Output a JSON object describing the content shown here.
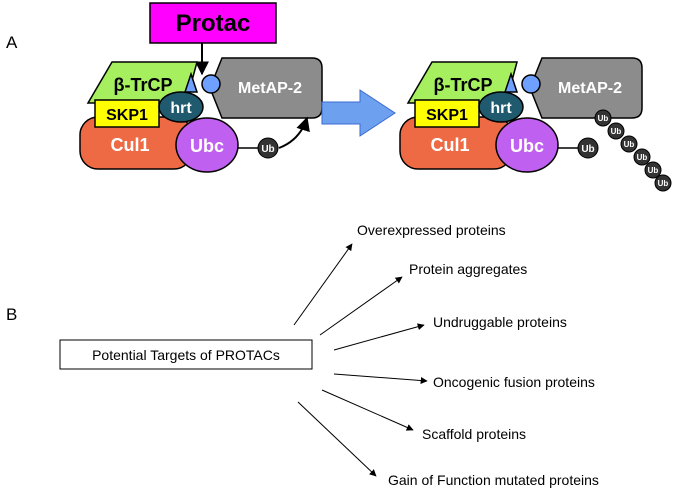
{
  "panels": {
    "a": "A",
    "b": "B"
  },
  "complex": {
    "protac": "Protac",
    "btrcp": "β-TrCP",
    "skp1": "SKP1",
    "hrt": "hrt",
    "metap2": "MetAP-2",
    "cul1": "Cul1",
    "ubc": "Ubc",
    "ub": "Ub"
  },
  "targets": {
    "center": "Potential Targets of PROTACs",
    "items": [
      "Overexpressed proteins",
      "Protein aggregates",
      "Undruggable proteins",
      "Oncogenic fusion proteins",
      "Scaffold proteins",
      "Gain of Function mutated proteins"
    ]
  },
  "colors": {
    "protac": "#ff00ff",
    "btrcp": "#a6f060",
    "skp1": "#ffff00",
    "cul1": "#ee6a45",
    "ubc": "#c060f0",
    "hrt": "#1f5a6e",
    "metap2": "#8c8c8c",
    "ligand": "#6ea0ff",
    "ub": "#333333",
    "process_arrow": "#6ea0f0"
  }
}
